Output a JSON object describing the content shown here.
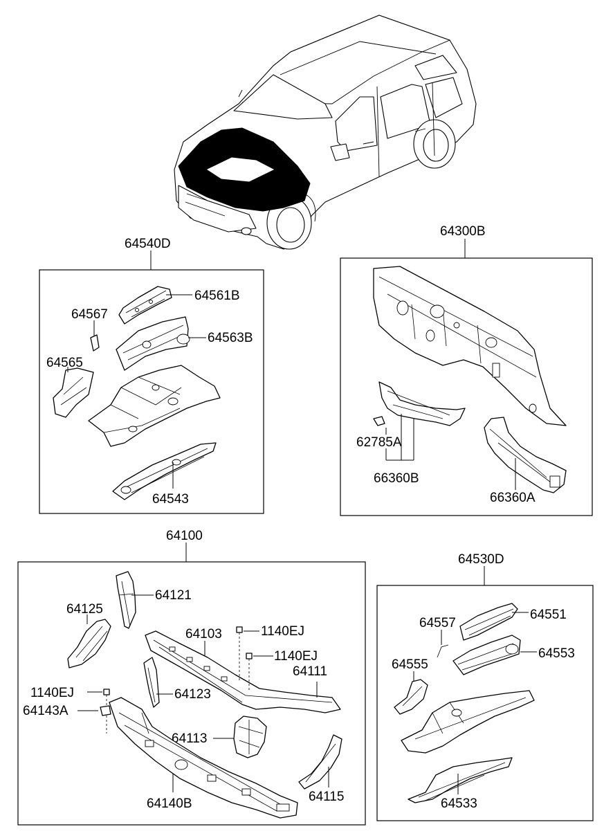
{
  "groups": {
    "upper_left": "64540D",
    "upper_right": "64300B",
    "lower_left": "64100",
    "lower_right": "64530D"
  },
  "parts": {
    "p64561B": "64561B",
    "p64567": "64567",
    "p64563B": "64563B",
    "p64565": "64565",
    "p64543": "64543",
    "p62785A": "62785A",
    "p66360B": "66360B",
    "p66360A": "66360A",
    "p64121": "64121",
    "p64125": "64125",
    "p64103": "64103",
    "p1140EJ_a": "1140EJ",
    "p1140EJ_b": "1140EJ",
    "p64111": "64111",
    "p1140EJ_c": "1140EJ",
    "p64143A": "64143A",
    "p64123": "64123",
    "p64113": "64113",
    "p64140B": "64140B",
    "p64115": "64115",
    "p64557": "64557",
    "p64551": "64551",
    "p64555": "64555",
    "p64553": "64553",
    "p64533": "64533"
  }
}
